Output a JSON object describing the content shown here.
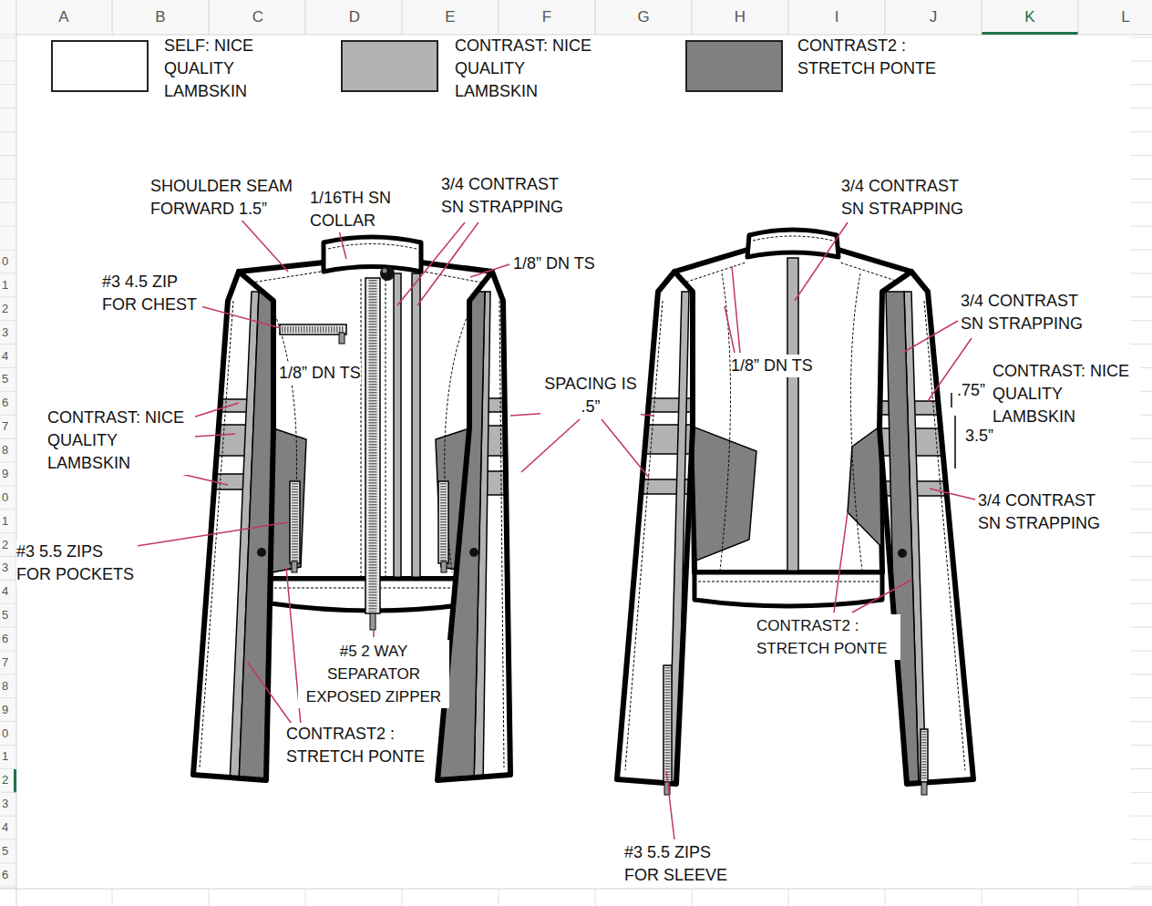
{
  "diagram": {
    "labels": [
      "A",
      "B",
      "C",
      "D",
      "E",
      "F",
      "G",
      "H",
      "I",
      "J",
      "K",
      "L",
      "SHOULDER SEAM FORWARD 1.5”",
      "1/16TH SN COLLAR",
      "3/4 CONTRAST SN STRAPPING",
      "1/8” DN TS",
      "#3 4.5 ZIP FOR CHEST",
      "1/8” DN TS",
      "CONTRAST: NICE QUALITY LAMBSKIN",
      "SPACING IS .5”",
      "#3 5.5 ZIPS FOR POCKETS",
      "#5 2 WAY SEPARATOR EXPOSED ZIPPER",
      "CONTRAST2 : STRETCH PONTE",
      "3/4 CONTRAST SN STRAPPING",
      "1/8” DN TS",
      "3/4 CONTRAST SN STRAPPING",
      ".75”",
      "CONTRAST: NICE QUALITY LAMBSKIN",
      "3.5”",
      "3/4 CONTRAST SN STRAPPING",
      "CONTRAST2 : STRETCH PONTE",
      "#3 5.5 ZIPS FOR SLEEVE",
      "0",
      "1",
      "2",
      "3",
      "4",
      "5",
      "6",
      "7",
      "8",
      "9",
      "0",
      "1",
      "2",
      "3",
      "4",
      "5",
      "6",
      "7",
      "8",
      "9",
      "0",
      "1",
      "2",
      "3",
      "4",
      "5",
      "6"
    ],
    "legend": [
      {
        "text": "SELF: NICE QUALITY LAMBSKIN",
        "color": "#ffffff"
      },
      {
        "text": "CONTRAST: NICE QUALITY LAMBSKIN",
        "color": "#b3b3b3"
      },
      {
        "text": "CONTRAST2 : STRETCH PONTE",
        "color": "#808080"
      }
    ]
  }
}
